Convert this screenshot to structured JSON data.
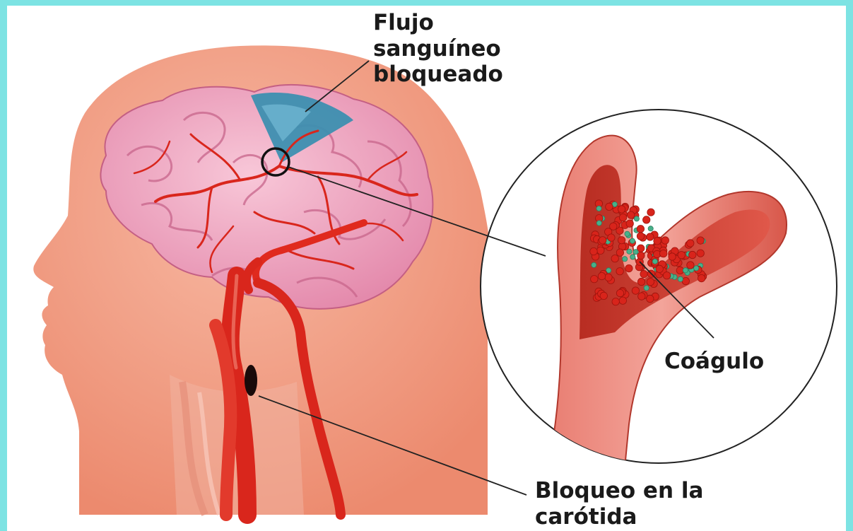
{
  "labels": {
    "blocked_flow": [
      "Flujo",
      "sanguíneo",
      "bloqueado"
    ],
    "clot": "Coágulo",
    "carotid_blockage": [
      "Bloqueo en la",
      "carótida"
    ]
  },
  "colors": {
    "frame": "#7de3e3",
    "head_skin": "#f4a58f",
    "brain": "#f2a8c2",
    "artery": "#d9261c",
    "blocked_region": "#3d8fb0",
    "clot_red": "#d8241b",
    "clot_platelet": "#48b08a"
  }
}
